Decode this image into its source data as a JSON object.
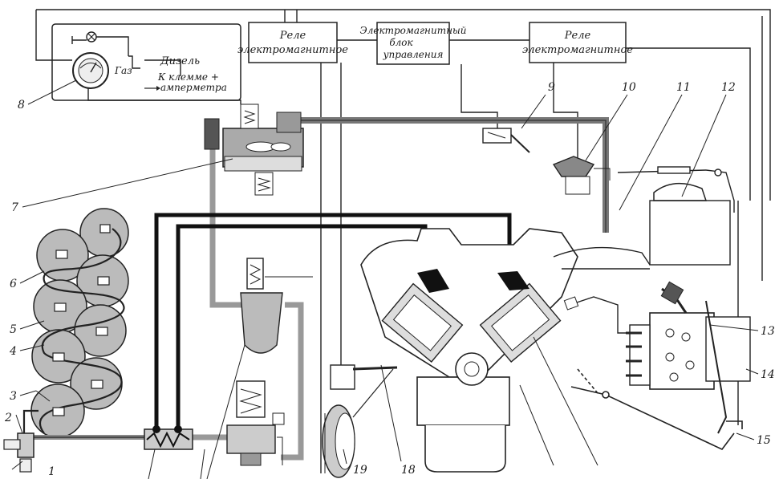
{
  "boxes": {
    "relay_left": [
      "Реле",
      "электромагнитное"
    ],
    "control_unit": [
      "Электромагнитный",
      "блок",
      "управления"
    ],
    "relay_right": [
      "Реле",
      "электромагнитное"
    ]
  },
  "switch_panel": {
    "gas": "Газ",
    "diesel": "Дизель",
    "to_terminal": "К клемме +",
    "ammeter": "амперметра"
  },
  "numbers": [
    "1",
    "2",
    "3",
    "4",
    "5",
    "6",
    "7",
    "8",
    "9",
    "10",
    "11",
    "12",
    "13",
    "14",
    "15",
    "18",
    "19"
  ]
}
